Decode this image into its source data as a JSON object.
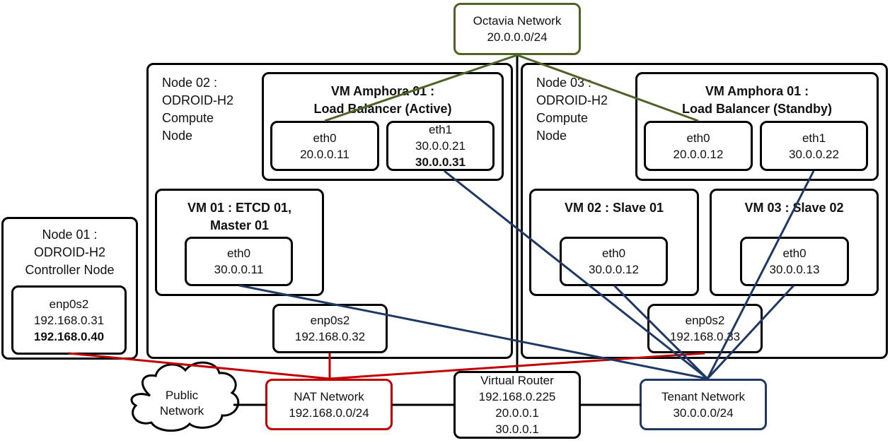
{
  "octavia": {
    "name": "Octavia Network",
    "cidr": "20.0.0.0/24"
  },
  "node01": {
    "label": [
      "Node 01 :",
      "ODROID-H2",
      "Controller Node"
    ],
    "enp0s2": {
      "name": "enp0s2",
      "ip1": "192.168.0.31",
      "ip2": "192.168.0.40"
    }
  },
  "node02": {
    "label": [
      "Node 02 :",
      "ODROID-H2",
      "Compute",
      "Node"
    ],
    "amphora": {
      "title": [
        "VM Amphora 01 :",
        "Load Balancer (Active)"
      ],
      "eth0": {
        "name": "eth0",
        "ip": "20.0.0.11"
      },
      "eth1": {
        "name": "eth1",
        "ip1": "30.0.0.21",
        "ip2": "30.0.0.31"
      }
    },
    "vm01": {
      "title": [
        "VM 01 : ETCD 01,",
        "Master 01"
      ],
      "eth0": {
        "name": "eth0",
        "ip": "30.0.0.11"
      }
    },
    "enp0s2": {
      "name": "enp0s2",
      "ip": "192.168.0.32"
    }
  },
  "node03": {
    "label": [
      "Node 03 :",
      "ODROID-H2",
      "Compute",
      "Node"
    ],
    "amphora": {
      "title": [
        "VM Amphora 01 :",
        "Load Balancer (Standby)"
      ],
      "eth0": {
        "name": "eth0",
        "ip": "20.0.0.12"
      },
      "eth1": {
        "name": "eth1",
        "ip": "30.0.0.22"
      }
    },
    "vm02": {
      "title": "VM 02 : Slave 01",
      "eth0": {
        "name": "eth0",
        "ip": "30.0.0.12"
      }
    },
    "vm03": {
      "title": "VM 03 : Slave 02",
      "eth0": {
        "name": "eth0",
        "ip": "30.0.0.13"
      }
    },
    "enp0s2": {
      "name": "enp0s2",
      "ip": "192.168.0.33"
    }
  },
  "public": {
    "label": [
      "Public",
      "Network"
    ]
  },
  "nat": {
    "name": "NAT Network",
    "cidr": "192.168.0.0/24"
  },
  "router": {
    "name": "Virtual Router",
    "ips": [
      "192.168.0.225",
      "20.0.0.1",
      "30.0.0.1"
    ]
  },
  "tenant": {
    "name": "Tenant Network",
    "cidr": "30.0.0.0/24"
  },
  "colors": {
    "octavia": "#4f6228",
    "nat": "#c00000",
    "tenant": "#1f3864",
    "border": "#000000"
  }
}
